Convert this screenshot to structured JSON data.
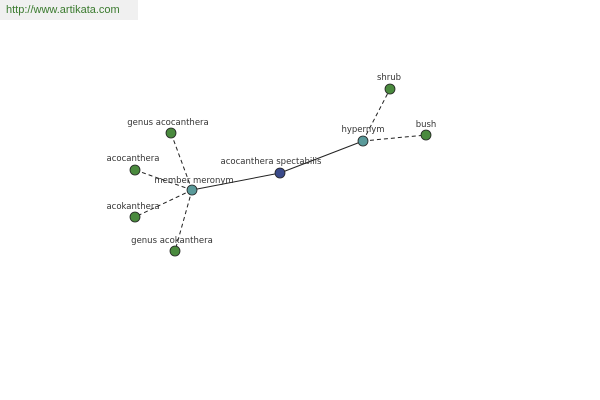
{
  "watermark": "http://www.artikata.com",
  "colors": {
    "root_node": "#3a4a8a",
    "relation_node": "#5a9a9a",
    "leaf_node": "#4a8a3e",
    "node_stroke": "#222222",
    "edge": "#222222",
    "watermark_text": "#3a7a2e"
  },
  "nodes": [
    {
      "id": "root",
      "kind": "root",
      "label": "acocanthera spectabilis"
    },
    {
      "id": "hypernym",
      "kind": "relation",
      "label": "hypernym"
    },
    {
      "id": "meronym",
      "kind": "relation",
      "label": "member meronym"
    },
    {
      "id": "shrub",
      "kind": "leaf",
      "label": "shrub"
    },
    {
      "id": "bush",
      "kind": "leaf",
      "label": "bush"
    },
    {
      "id": "genus1",
      "kind": "leaf",
      "label": "genus acocanthera"
    },
    {
      "id": "acocanthera",
      "kind": "leaf",
      "label": "acocanthera"
    },
    {
      "id": "acokanthera",
      "kind": "leaf",
      "label": "acokanthera"
    },
    {
      "id": "genus2",
      "kind": "leaf",
      "label": "genus acokanthera"
    }
  ],
  "edges": [
    {
      "from": "root",
      "to": "hypernym",
      "style": "solid"
    },
    {
      "from": "root",
      "to": "meronym",
      "style": "solid"
    },
    {
      "from": "hypernym",
      "to": "shrub",
      "style": "dashed"
    },
    {
      "from": "hypernym",
      "to": "bush",
      "style": "dashed"
    },
    {
      "from": "meronym",
      "to": "genus1",
      "style": "dashed"
    },
    {
      "from": "meronym",
      "to": "acocanthera",
      "style": "dashed"
    },
    {
      "from": "meronym",
      "to": "acokanthera",
      "style": "dashed"
    },
    {
      "from": "meronym",
      "to": "genus2",
      "style": "dashed"
    }
  ]
}
